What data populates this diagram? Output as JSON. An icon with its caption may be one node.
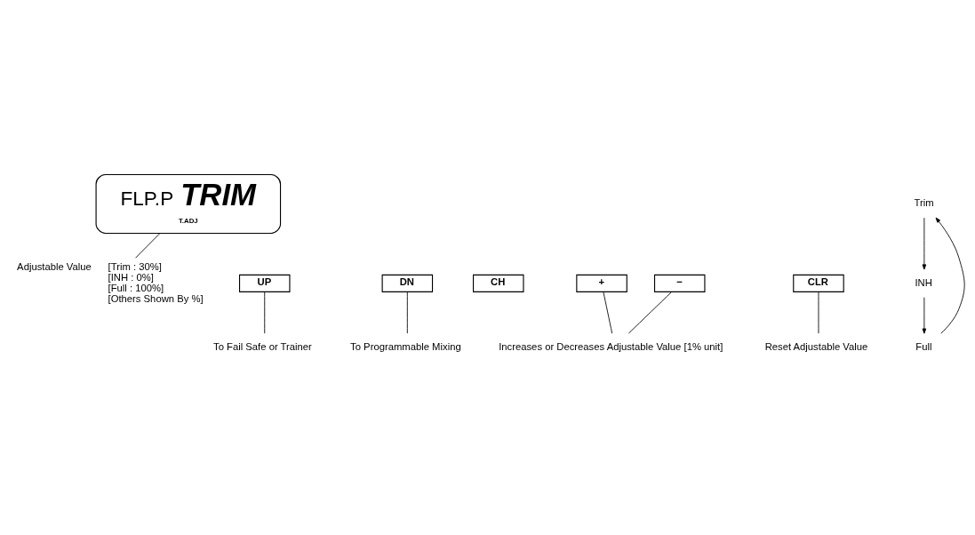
{
  "diagram": {
    "nodes": [
      {
        "text": [
          "FLP.P",
          "TRIM",
          "T.ADJ"
        ]
      },
      {
        "text": [
          "Adjustable Value"
        ],
        "beside": [
          "[Trim : 30%]",
          "[INH : 0%]",
          "[Full : 100%]",
          "[Others Shown By %]"
        ]
      },
      {
        "text": [
          "UP"
        ]
      },
      {
        "text": [
          "DN"
        ]
      },
      {
        "text": [
          "CH"
        ]
      },
      {
        "text": [
          "To Fail Safe or Trainer"
        ]
      },
      {
        "text": [
          "To Programmable Mixing"
        ]
      },
      {
        "text": [
          "+"
        ]
      },
      {
        "text": [
          "−"
        ]
      },
      {
        "text": [
          "Increases or Decreases Adjustable Value [1% unit]"
        ]
      },
      {
        "text": [
          "CLR"
        ]
      },
      {
        "text": [
          "Reset Adjustable Value"
        ]
      },
      {
        "text": [
          "Trim"
        ]
      },
      {
        "text": [
          "INH"
        ]
      },
      {
        "text": [
          "Full"
        ]
      }
    ],
    "edges": [
      {
        "from": 0,
        "to": 1,
        "arrow": "none"
      },
      {
        "from": 2,
        "to": 5,
        "arrow": "none"
      },
      {
        "from": 3,
        "to": 6,
        "arrow": "none"
      },
      {
        "from": 7,
        "to": 9,
        "arrow": "none"
      },
      {
        "from": 8,
        "to": 9,
        "arrow": "none"
      },
      {
        "from": 10,
        "to": 11,
        "arrow": "none"
      },
      {
        "from": 14,
        "to": 12,
        "arrow": "to"
      },
      {
        "from": 12,
        "to": 13,
        "arrow": "to"
      },
      {
        "from": 13,
        "to": 14,
        "arrow": "to"
      }
    ]
  }
}
